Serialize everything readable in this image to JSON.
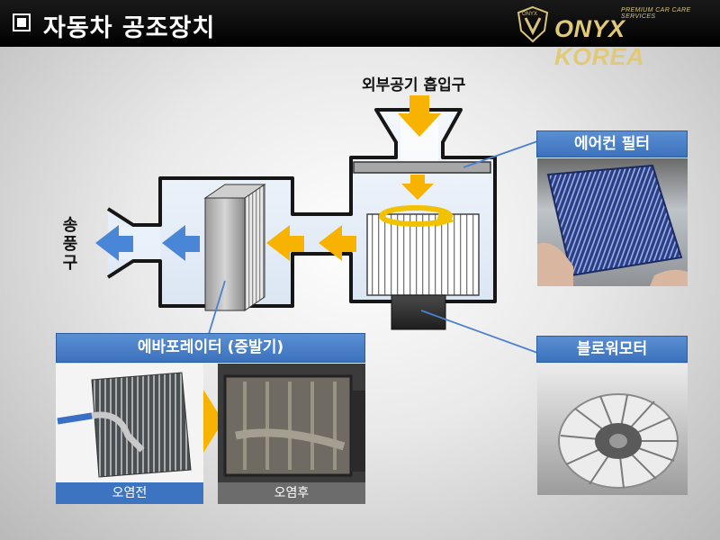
{
  "header": {
    "title": "자동차 공조장치",
    "logo_name": "ONYX KOREA",
    "logo_tagline": "PREMIUM CAR CARE SERVICES",
    "logo_badge": "ONYX"
  },
  "diagram": {
    "intake_label": "외부공기 흡입구",
    "outlet_label": "송풍구"
  },
  "panels": {
    "filter_title": "에어컨 필터",
    "blower_title": "블로워모터",
    "evaporator_title": "에바포레이터 (증발기)",
    "before_caption": "오염전",
    "after_caption": "오염후"
  },
  "colors": {
    "header_bg": "#000000",
    "accent_blue": "#4a82cc",
    "airflow_warm": "#f7b300",
    "airflow_cool": "#4a86d8",
    "logo_gold": "#e1c97a"
  }
}
